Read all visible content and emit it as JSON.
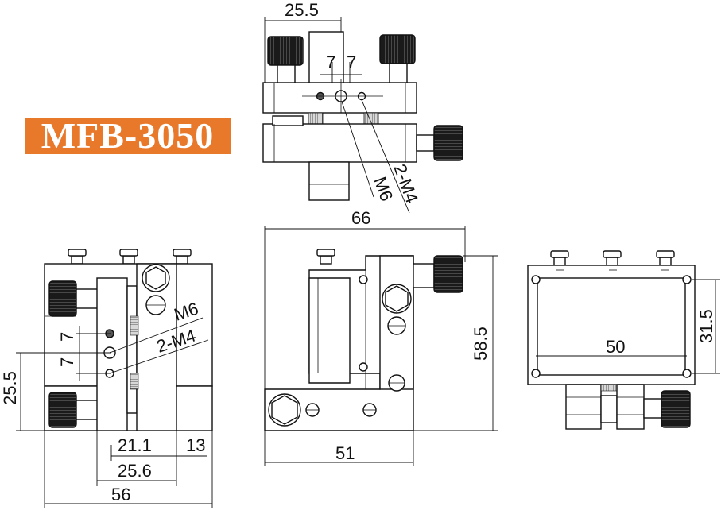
{
  "title_badge": {
    "text": "MFB-3050",
    "background": "#e8782a",
    "text_color": "#ffffff"
  },
  "colors": {
    "line": "#111111",
    "body": "#ffffff",
    "knob": "#1a1a1a"
  },
  "top_view": {
    "dim_width": "25.5",
    "dim_left_offset": "7",
    "dim_right_offset": "7",
    "label_thread_large": "M6",
    "label_thread_small": "2-M4"
  },
  "left_view": {
    "label_thread_large": "M6",
    "label_thread_small": "2-M4",
    "dim_spacing_a": "7",
    "dim_spacing_b": "7",
    "dim_height": "25.5",
    "dim_depth_a": "21.1",
    "dim_depth_b": "13",
    "dim_depth_c": "25.6",
    "dim_width": "56"
  },
  "front_view": {
    "dim_top": "66",
    "dim_height": "58.5",
    "dim_bottom": "51"
  },
  "right_view": {
    "dim_hole_spacing": "50",
    "dim_height": "31.5"
  }
}
